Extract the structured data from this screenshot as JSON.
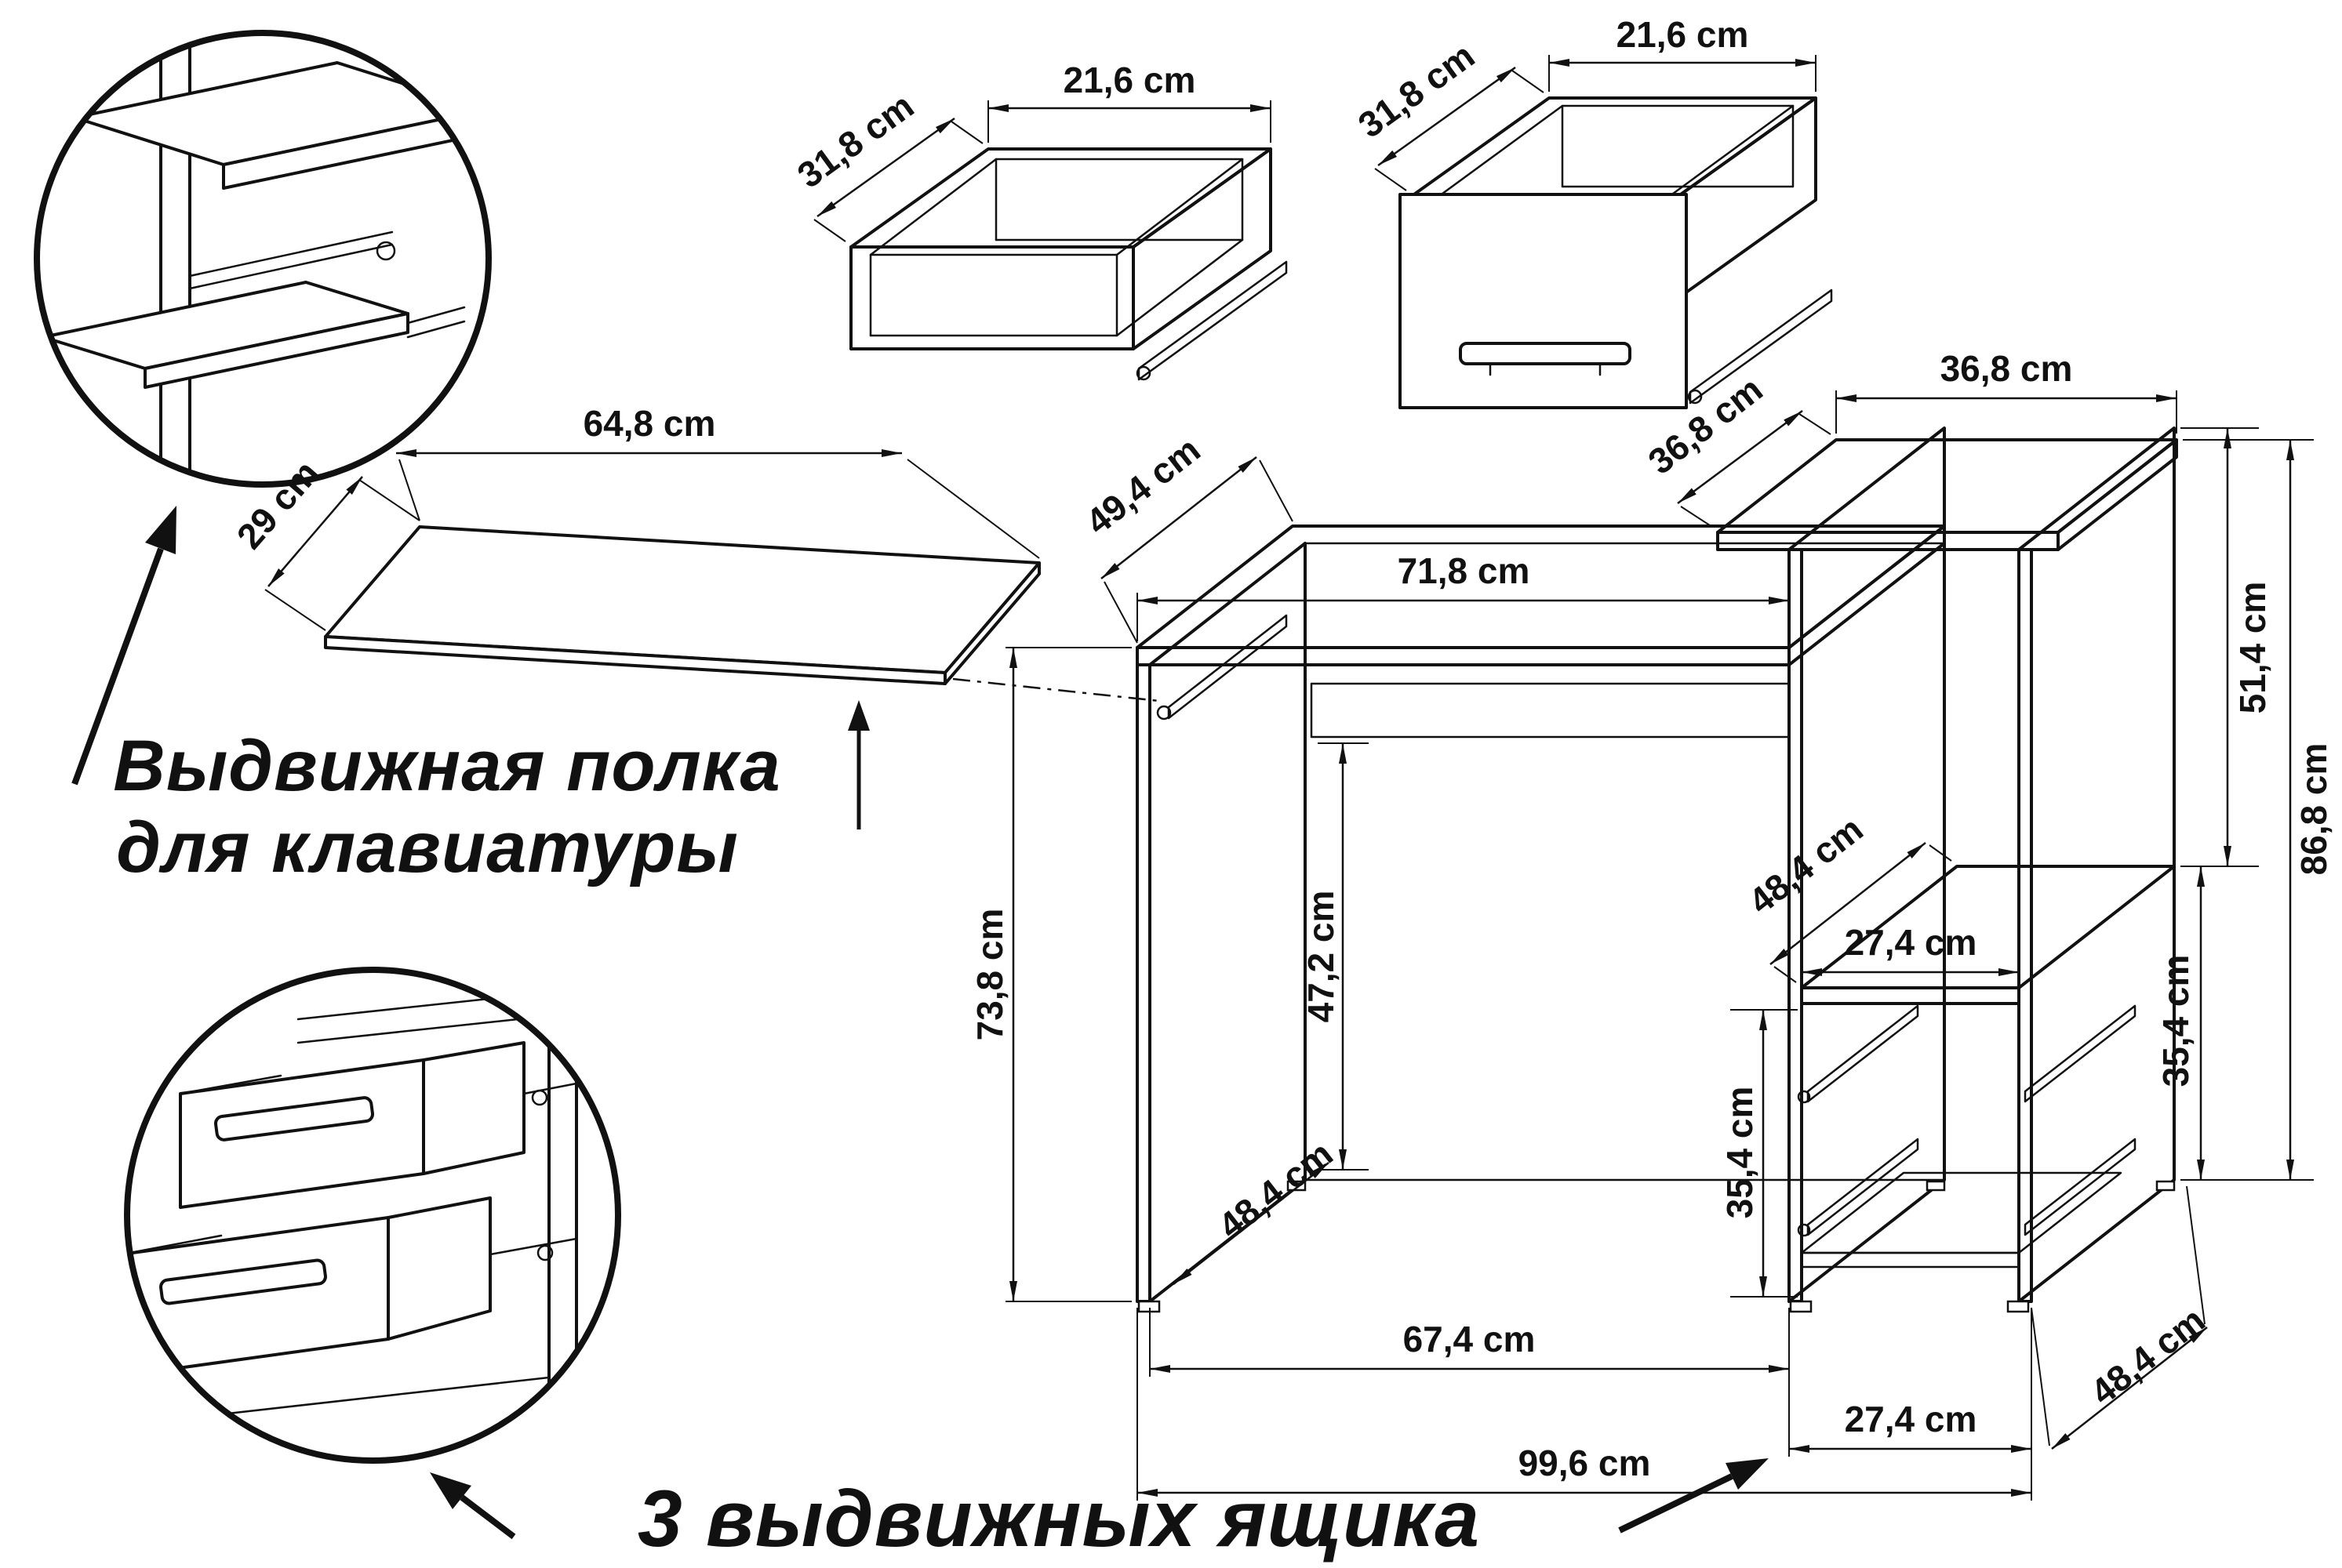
{
  "style": {
    "ink": "#111111",
    "bg": "#ffffff"
  },
  "notes": {
    "kb_line1": "Выдвижная полка",
    "kb_line2": "для клавиатуры",
    "drawers": "3 выдвижных ящика"
  },
  "dims": {
    "d1_depth": "31,8 cm",
    "d1_width": "21,6 cm",
    "d2_depth": "31,8 cm",
    "d2_width": "21,6 cm",
    "kb_length": "64,8 cm",
    "kb_depth": "29 cm",
    "desk_depth": "49,4 cm",
    "desk_width": "71,8 cm",
    "desk_height": "73,8 cm",
    "kneehole_height": "47,2 cm",
    "kneehole_width": "67,4 cm",
    "side_panel_depth": "48,4 cm",
    "total_width": "99,6 cm",
    "top_shelf_depth": "36,8 cm",
    "top_shelf_width": "36,8 cm",
    "upper_section_height": "51,4 cm",
    "total_height": "86,8 cm",
    "mid_shelf_depth": "48,4 cm",
    "mid_shelf_width": "27,4 cm",
    "drawer_inner_height": "35,4 cm",
    "drawer_section_height": "35,4 cm",
    "pedestal_width": "27,4 cm",
    "pedestal_depth": "48,4 cm"
  }
}
